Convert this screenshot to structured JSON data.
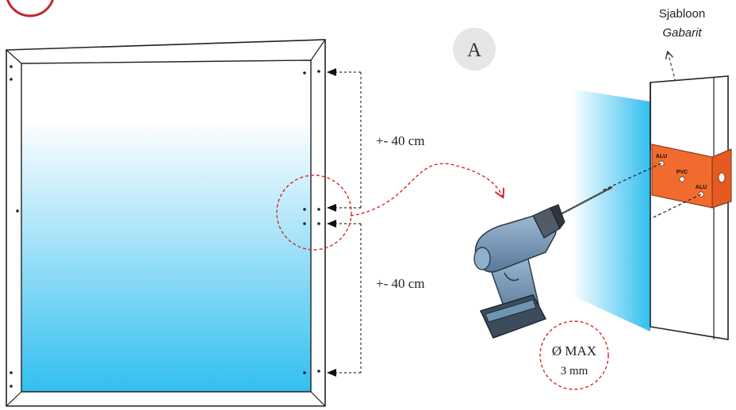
{
  "step_label": "A",
  "template": {
    "label_nl": "Sjabloon",
    "label_fr": "Gabarit",
    "hole_labels": [
      "ALU",
      "PVC",
      "ALU"
    ]
  },
  "spacing": {
    "upper": "+- 40 cm",
    "lower": "+- 40 cm"
  },
  "drill_bit": {
    "line1": "Ø MAX",
    "line2": "3 mm"
  },
  "colors": {
    "frame_stroke": "#222222",
    "glass_top": "#ffffff",
    "glass_bottom": "#33bff0",
    "red_dashed": "#d9262b",
    "template_orange": "#f26b2e",
    "step_circle": "#e6e6e6",
    "drill_body": "#6f93b3",
    "drill_dark": "#3d4c5c"
  }
}
